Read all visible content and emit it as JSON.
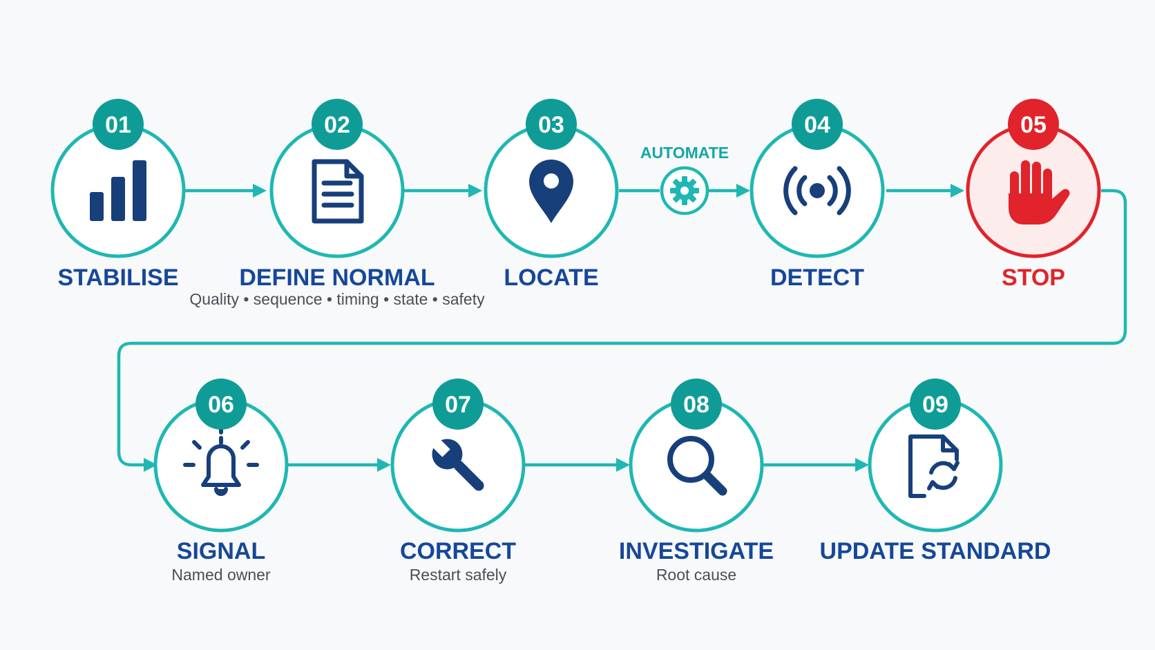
{
  "colors": {
    "teal": "#1fb7b3",
    "badge_teal": "#0f9c97",
    "navy": "#16479a",
    "icon_navy": "#173f7a",
    "red": "#e1232b",
    "gray_text": "#4a4f57"
  },
  "automate": {
    "label": "AUTOMATE",
    "icon": "gear-icon"
  },
  "steps": [
    {
      "number": "01",
      "title": "STABILISE",
      "subtitle": "",
      "icon": "bar-chart-icon"
    },
    {
      "number": "02",
      "title": "DEFINE NORMAL",
      "subtitle": "Quality • sequence • timing • state • safety",
      "icon": "document-icon"
    },
    {
      "number": "03",
      "title": "LOCATE",
      "subtitle": "",
      "icon": "location-pin-icon"
    },
    {
      "number": "04",
      "title": "DETECT",
      "subtitle": "",
      "icon": "signal-broadcast-icon"
    },
    {
      "number": "05",
      "title": "STOP",
      "subtitle": "",
      "icon": "stop-hand-icon"
    },
    {
      "number": "06",
      "title": "SIGNAL",
      "subtitle": "Named owner",
      "icon": "alarm-bell-icon"
    },
    {
      "number": "07",
      "title": "CORRECT",
      "subtitle": "Restart safely",
      "icon": "wrench-icon"
    },
    {
      "number": "08",
      "title": "INVESTIGATE",
      "subtitle": "Root cause",
      "icon": "magnifier-icon"
    },
    {
      "number": "09",
      "title": "UPDATE STANDARD",
      "subtitle": "",
      "icon": "document-refresh-icon"
    }
  ]
}
